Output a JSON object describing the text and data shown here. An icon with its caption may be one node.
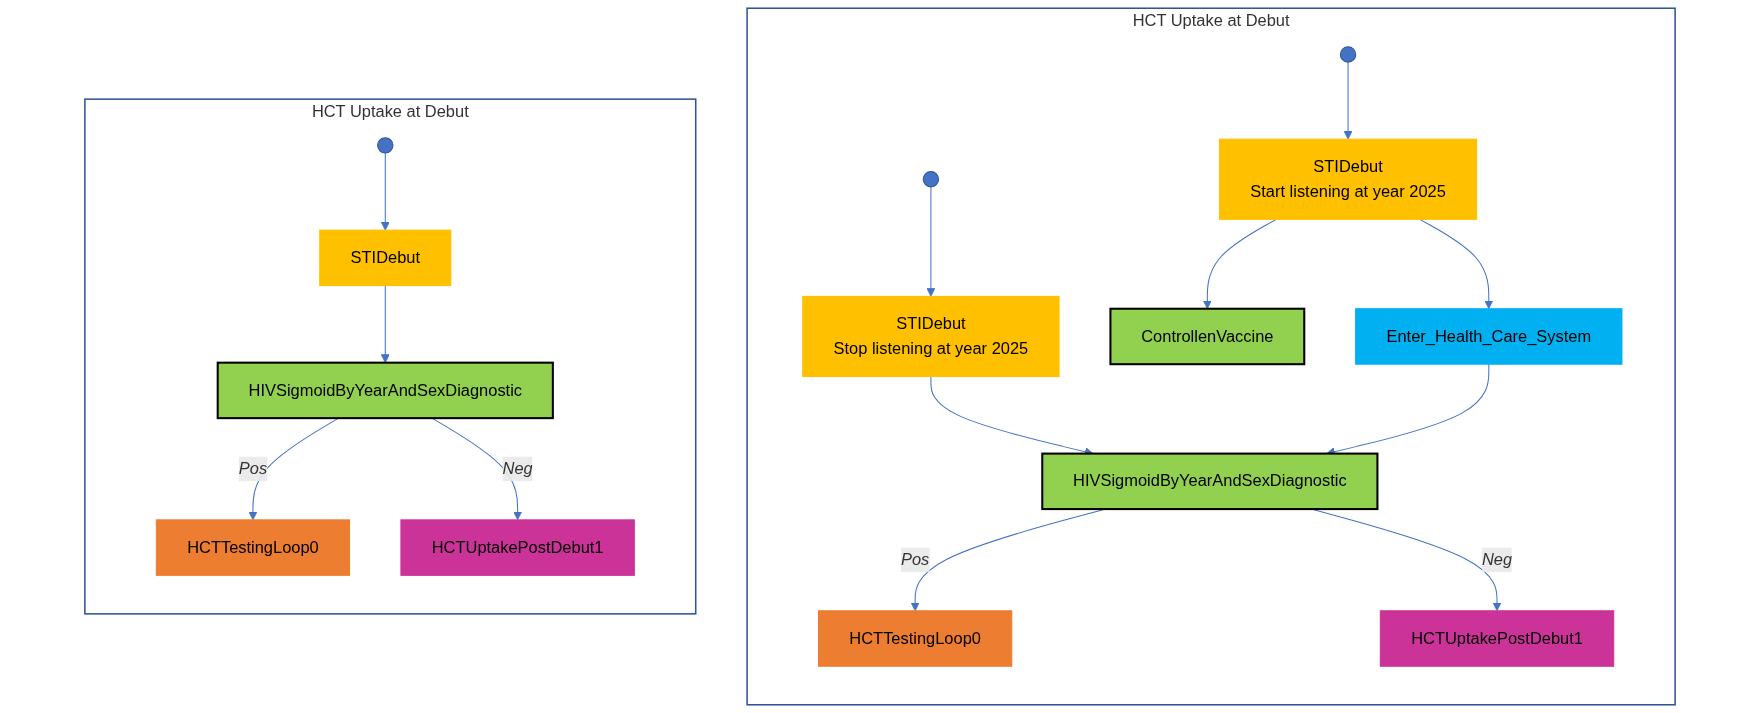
{
  "diagram": {
    "nodes": [
      {
        "text": [
          "HCT Uptake at Debut"
        ]
      },
      {
        "text": [],
        "shape": "circle",
        "in": 0
      },
      {
        "text": [
          "STIDebut"
        ],
        "in": 0
      },
      {
        "text": [
          "HIVSigmoidByYearAndSexDiagnostic"
        ],
        "in": 0
      },
      {
        "text": [
          "HCTTestingLoop0"
        ],
        "in": 0
      },
      {
        "text": [
          "HCTUptakePostDebut1"
        ],
        "in": 0
      },
      {
        "text": [
          "HCT Uptake at Debut"
        ]
      },
      {
        "text": [],
        "shape": "circle",
        "in": 6
      },
      {
        "text": [
          "STIDebut",
          "Stop listening at year 2025"
        ],
        "in": 6
      },
      {
        "text": [
          "HIVSigmoidByYearAndSexDiagnostic"
        ],
        "in": 6
      },
      {
        "text": [
          "HCTTestingLoop0"
        ],
        "in": 6
      },
      {
        "text": [
          "HCTUptakePostDebut1"
        ],
        "in": 6
      },
      {
        "text": [],
        "shape": "circle",
        "in": 6
      },
      {
        "text": [
          "STIDebut",
          "Start listening at year 2025"
        ],
        "in": 6
      },
      {
        "text": [
          "ControllenVaccine"
        ],
        "in": 6
      },
      {
        "text": [
          "Enter_Health_Care_System"
        ],
        "in": 6
      }
    ],
    "edges": [
      {
        "from": 1,
        "to": 2,
        "arrow": "to"
      },
      {
        "from": 2,
        "to": 3,
        "arrow": "to"
      },
      {
        "from": 3,
        "to": 4,
        "arrow": "to",
        "label": "Pos"
      },
      {
        "from": 3,
        "to": 5,
        "arrow": "to",
        "label": "Neg"
      },
      {
        "from": 7,
        "to": 8,
        "arrow": "to"
      },
      {
        "from": 8,
        "to": 9,
        "arrow": "to"
      },
      {
        "from": 9,
        "to": 10,
        "arrow": "to",
        "label": "Pos"
      },
      {
        "from": 9,
        "to": 11,
        "arrow": "to",
        "label": "Neg"
      },
      {
        "from": 12,
        "to": 13,
        "arrow": "to"
      },
      {
        "from": 13,
        "to": 14,
        "arrow": "to"
      },
      {
        "from": 13,
        "to": 15,
        "arrow": "to"
      },
      {
        "from": 15,
        "to": 9,
        "arrow": "to"
      }
    ]
  }
}
